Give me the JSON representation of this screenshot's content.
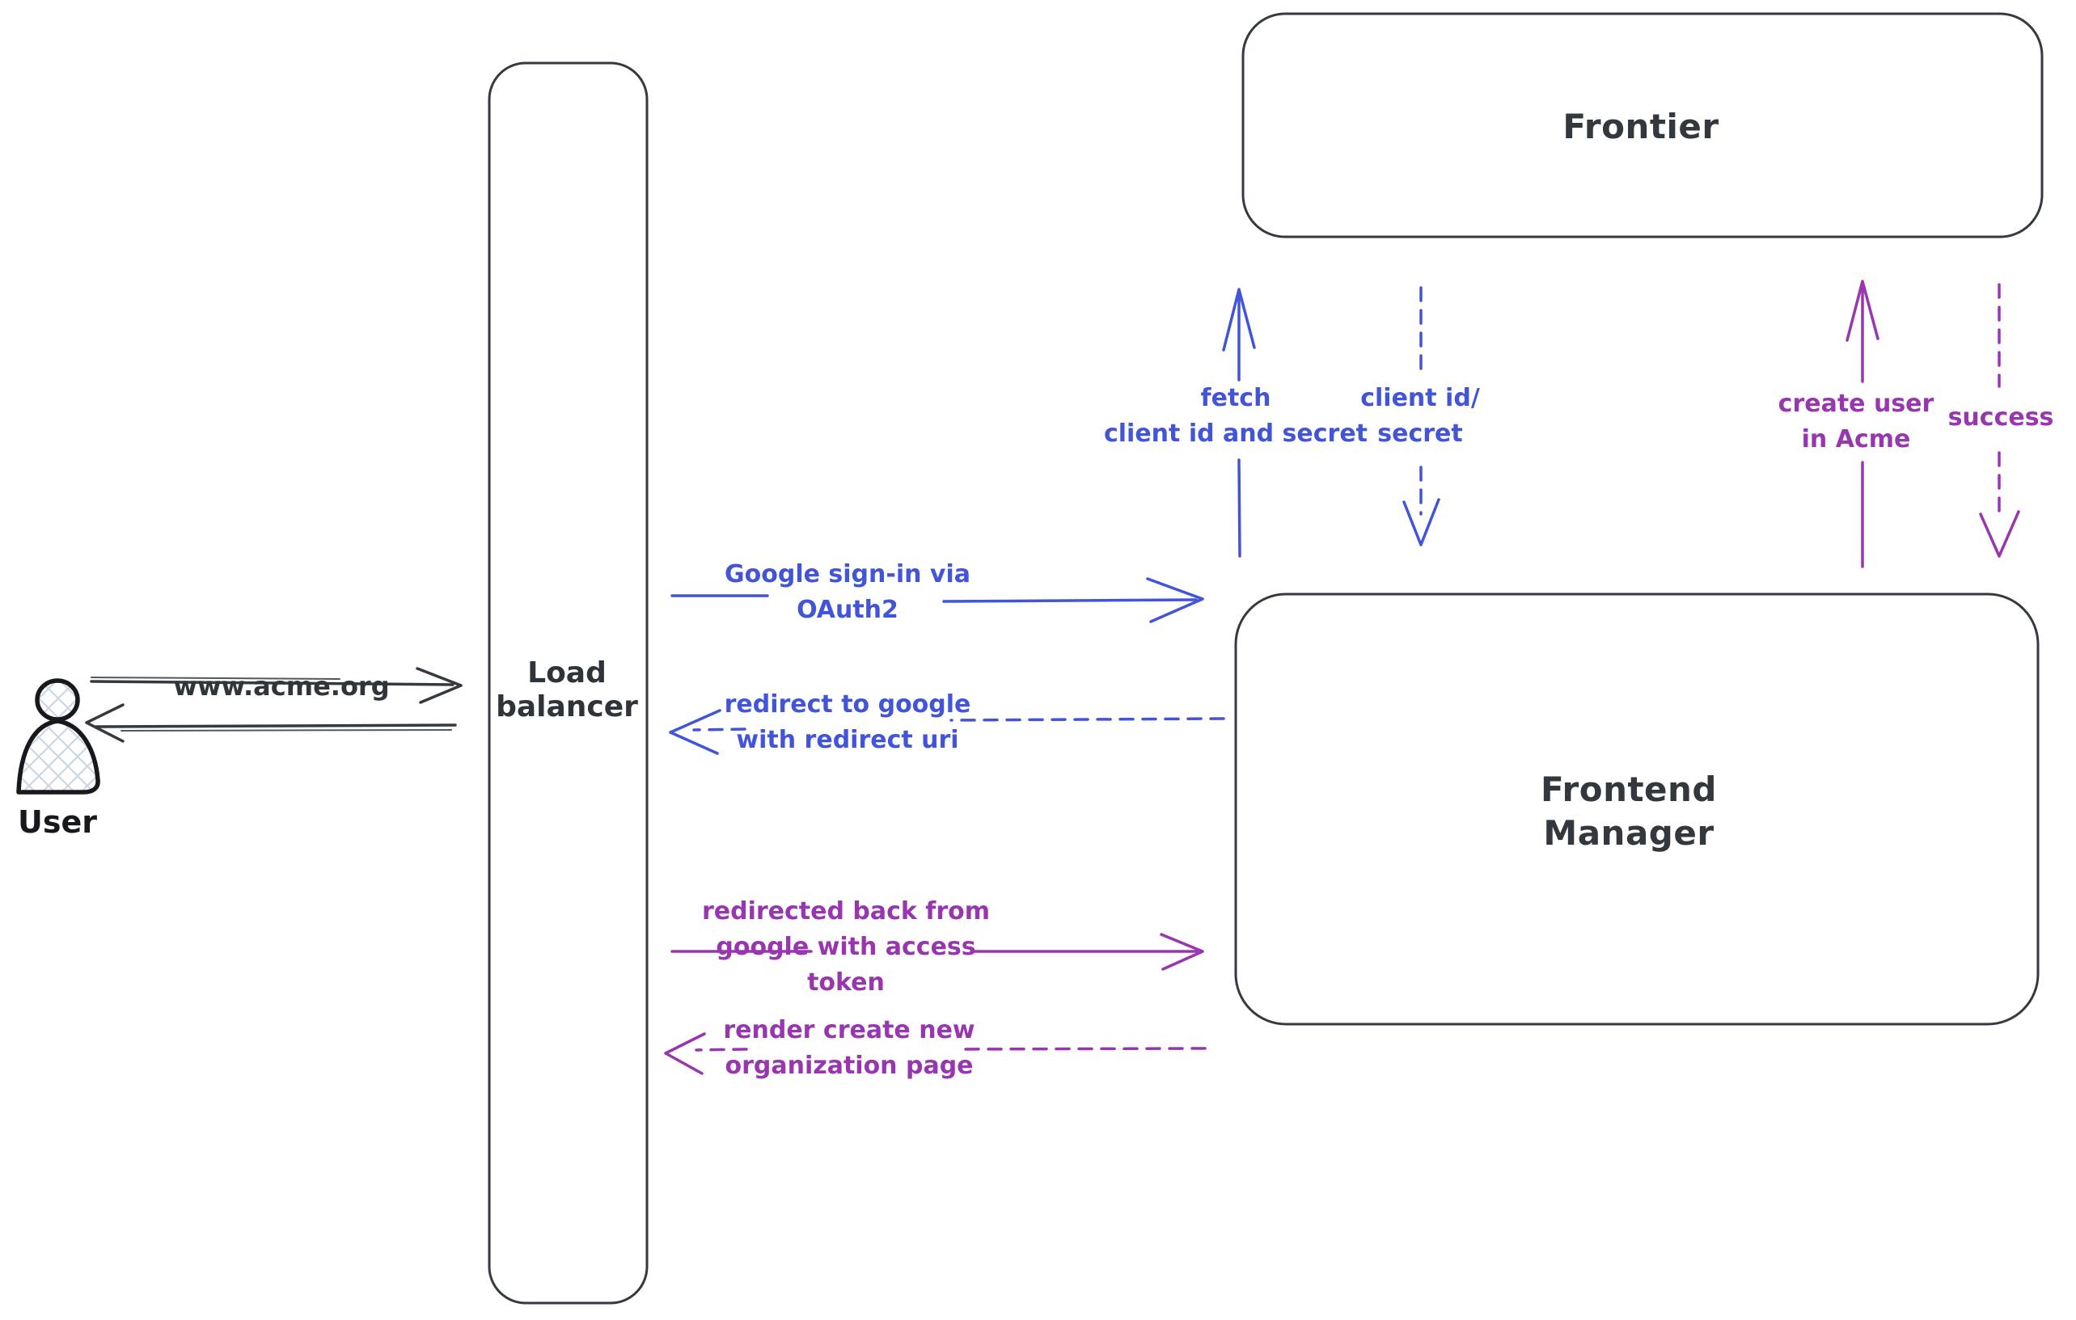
{
  "palette": {
    "background": "#ffffff",
    "stroke_dark": "#343a40",
    "text_dark": "#30353b",
    "blue": "#4254d8",
    "purple": "#9836b0",
    "user_hatch_fill": "#ccd7e2"
  },
  "actors": {
    "user": {
      "icon": "person-icon",
      "label": "User"
    }
  },
  "nodes": {
    "load_balancer": {
      "lines": [
        "Load",
        "balancer"
      ]
    },
    "frontier": {
      "label": "Frontier"
    },
    "frontend_manager": {
      "lines": [
        "Frontend",
        "Manager"
      ]
    }
  },
  "flows": {
    "www_acme": {
      "label": "www.acme.org",
      "style": "solid",
      "direction": "right",
      "color": "dark"
    },
    "response_to_user": {
      "style": "solid",
      "direction": "left",
      "color": "dark"
    },
    "google_signin": {
      "lines": [
        "Google sign-in via",
        "OAuth2"
      ],
      "style": "solid",
      "direction": "right",
      "color": "blue"
    },
    "redirect_to_google": {
      "lines": [
        "redirect to google",
        "with redirect uri"
      ],
      "style": "dashed",
      "direction": "left",
      "color": "blue"
    },
    "fetch_client_id": {
      "lines": [
        "fetch",
        "client id and secret"
      ],
      "style": "solid",
      "direction": "up",
      "color": "blue"
    },
    "client_id_secret": {
      "lines": [
        "client id/",
        "secret"
      ],
      "style": "dashed",
      "direction": "down",
      "color": "blue"
    },
    "create_user": {
      "lines": [
        "create user",
        "in Acme"
      ],
      "style": "solid",
      "direction": "up",
      "color": "purple"
    },
    "success": {
      "label": "success",
      "style": "dashed",
      "direction": "down",
      "color": "purple"
    },
    "redirected_back": {
      "lines": [
        "redirected back from",
        "google with access",
        "token"
      ],
      "style": "solid",
      "direction": "right",
      "color": "purple"
    },
    "render_new_org": {
      "lines": [
        "render create new",
        "organization page"
      ],
      "style": "dashed",
      "direction": "left",
      "color": "purple"
    }
  }
}
